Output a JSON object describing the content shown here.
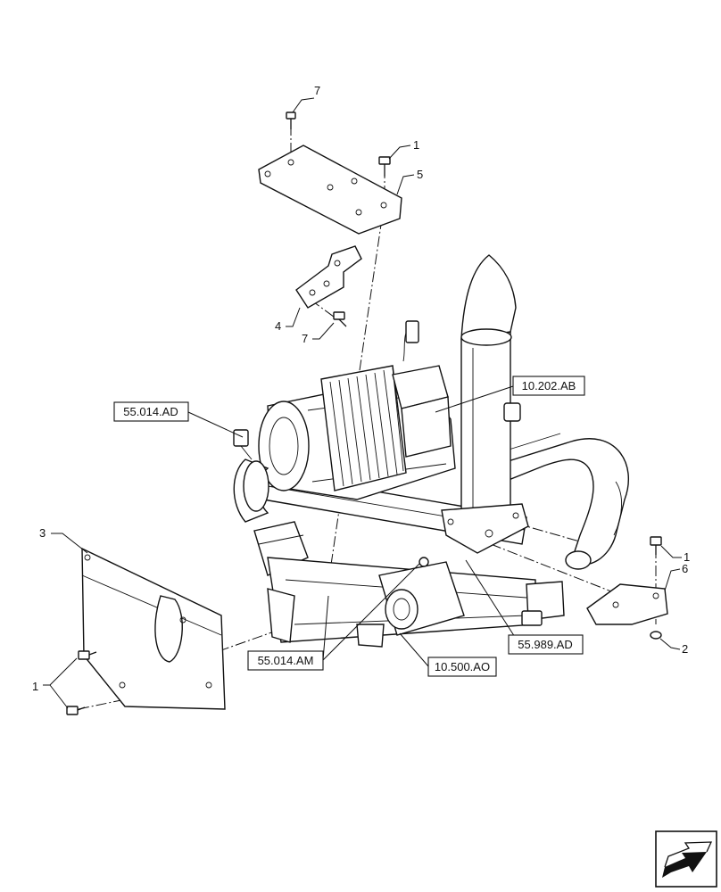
{
  "callouts": {
    "c7_top": "7",
    "c1_top": "1",
    "c5": "5",
    "c4": "4",
    "c7_mid": "7",
    "c3": "3",
    "c1_right": "1",
    "c6": "6",
    "c2": "2",
    "c1_left": "1"
  },
  "references": {
    "r_10_202_AB": "10.202.AB",
    "r_55_014_AD": "55.014.AD",
    "r_55_014_AM": "55.014.AM",
    "r_10_500_AO": "10.500.AO",
    "r_55_989_AD": "55.989.AD"
  },
  "icons": {
    "nav": "arrow-next-page-icon"
  }
}
